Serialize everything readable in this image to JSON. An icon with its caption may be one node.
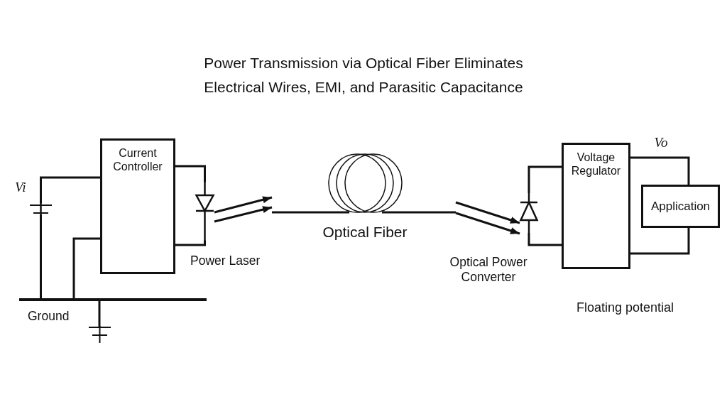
{
  "diagram": {
    "title": "Power Transmission via Optical Fiber Eliminates Electrical Wires, EMI, and Parasitic Capacitance",
    "nodes": [
      {
        "text": [],
        "shape": "battery",
        "beside": [
          "Vi"
        ]
      },
      {
        "text": [
          "Current Controller"
        ]
      },
      {
        "text": [],
        "shape": "diode",
        "beside": [
          "Power Laser"
        ]
      },
      {
        "text": [],
        "shape": "coil",
        "beside": [
          "Optical Fiber"
        ]
      },
      {
        "text": [],
        "shape": "diode",
        "beside": [
          "Optical Power Converter"
        ]
      },
      {
        "text": [
          "Voltage Regulator"
        ]
      },
      {
        "text": [
          "Application"
        ]
      },
      {
        "text": [],
        "shape": "bar",
        "beside": [
          "Ground"
        ]
      },
      {
        "text": [],
        "shape": "ground"
      }
    ],
    "edges": [
      {
        "from": 0,
        "to": 1,
        "arrow": "none"
      },
      {
        "from": 0,
        "to": 7,
        "arrow": "none"
      },
      {
        "from": 1,
        "to": 7,
        "arrow": "none"
      },
      {
        "from": 7,
        "to": 8,
        "arrow": "none"
      },
      {
        "from": 1,
        "to": 2,
        "arrow": "none"
      },
      {
        "from": 1,
        "to": 2,
        "arrow": "none"
      },
      {
        "from": 2,
        "to": 3,
        "arrow": "to"
      },
      {
        "from": 2,
        "to": 3,
        "arrow": "to"
      },
      {
        "from": 3,
        "to": 4,
        "arrow": "to"
      },
      {
        "from": 3,
        "to": 4,
        "arrow": "to"
      },
      {
        "from": 4,
        "to": 5,
        "arrow": "none"
      },
      {
        "from": 4,
        "to": 5,
        "arrow": "none"
      },
      {
        "from": 5,
        "to": 6,
        "arrow": "none",
        "label": "Vo"
      },
      {
        "from": 5,
        "to": 6,
        "arrow": "none"
      }
    ],
    "labels": [
      "Floating potential"
    ]
  }
}
